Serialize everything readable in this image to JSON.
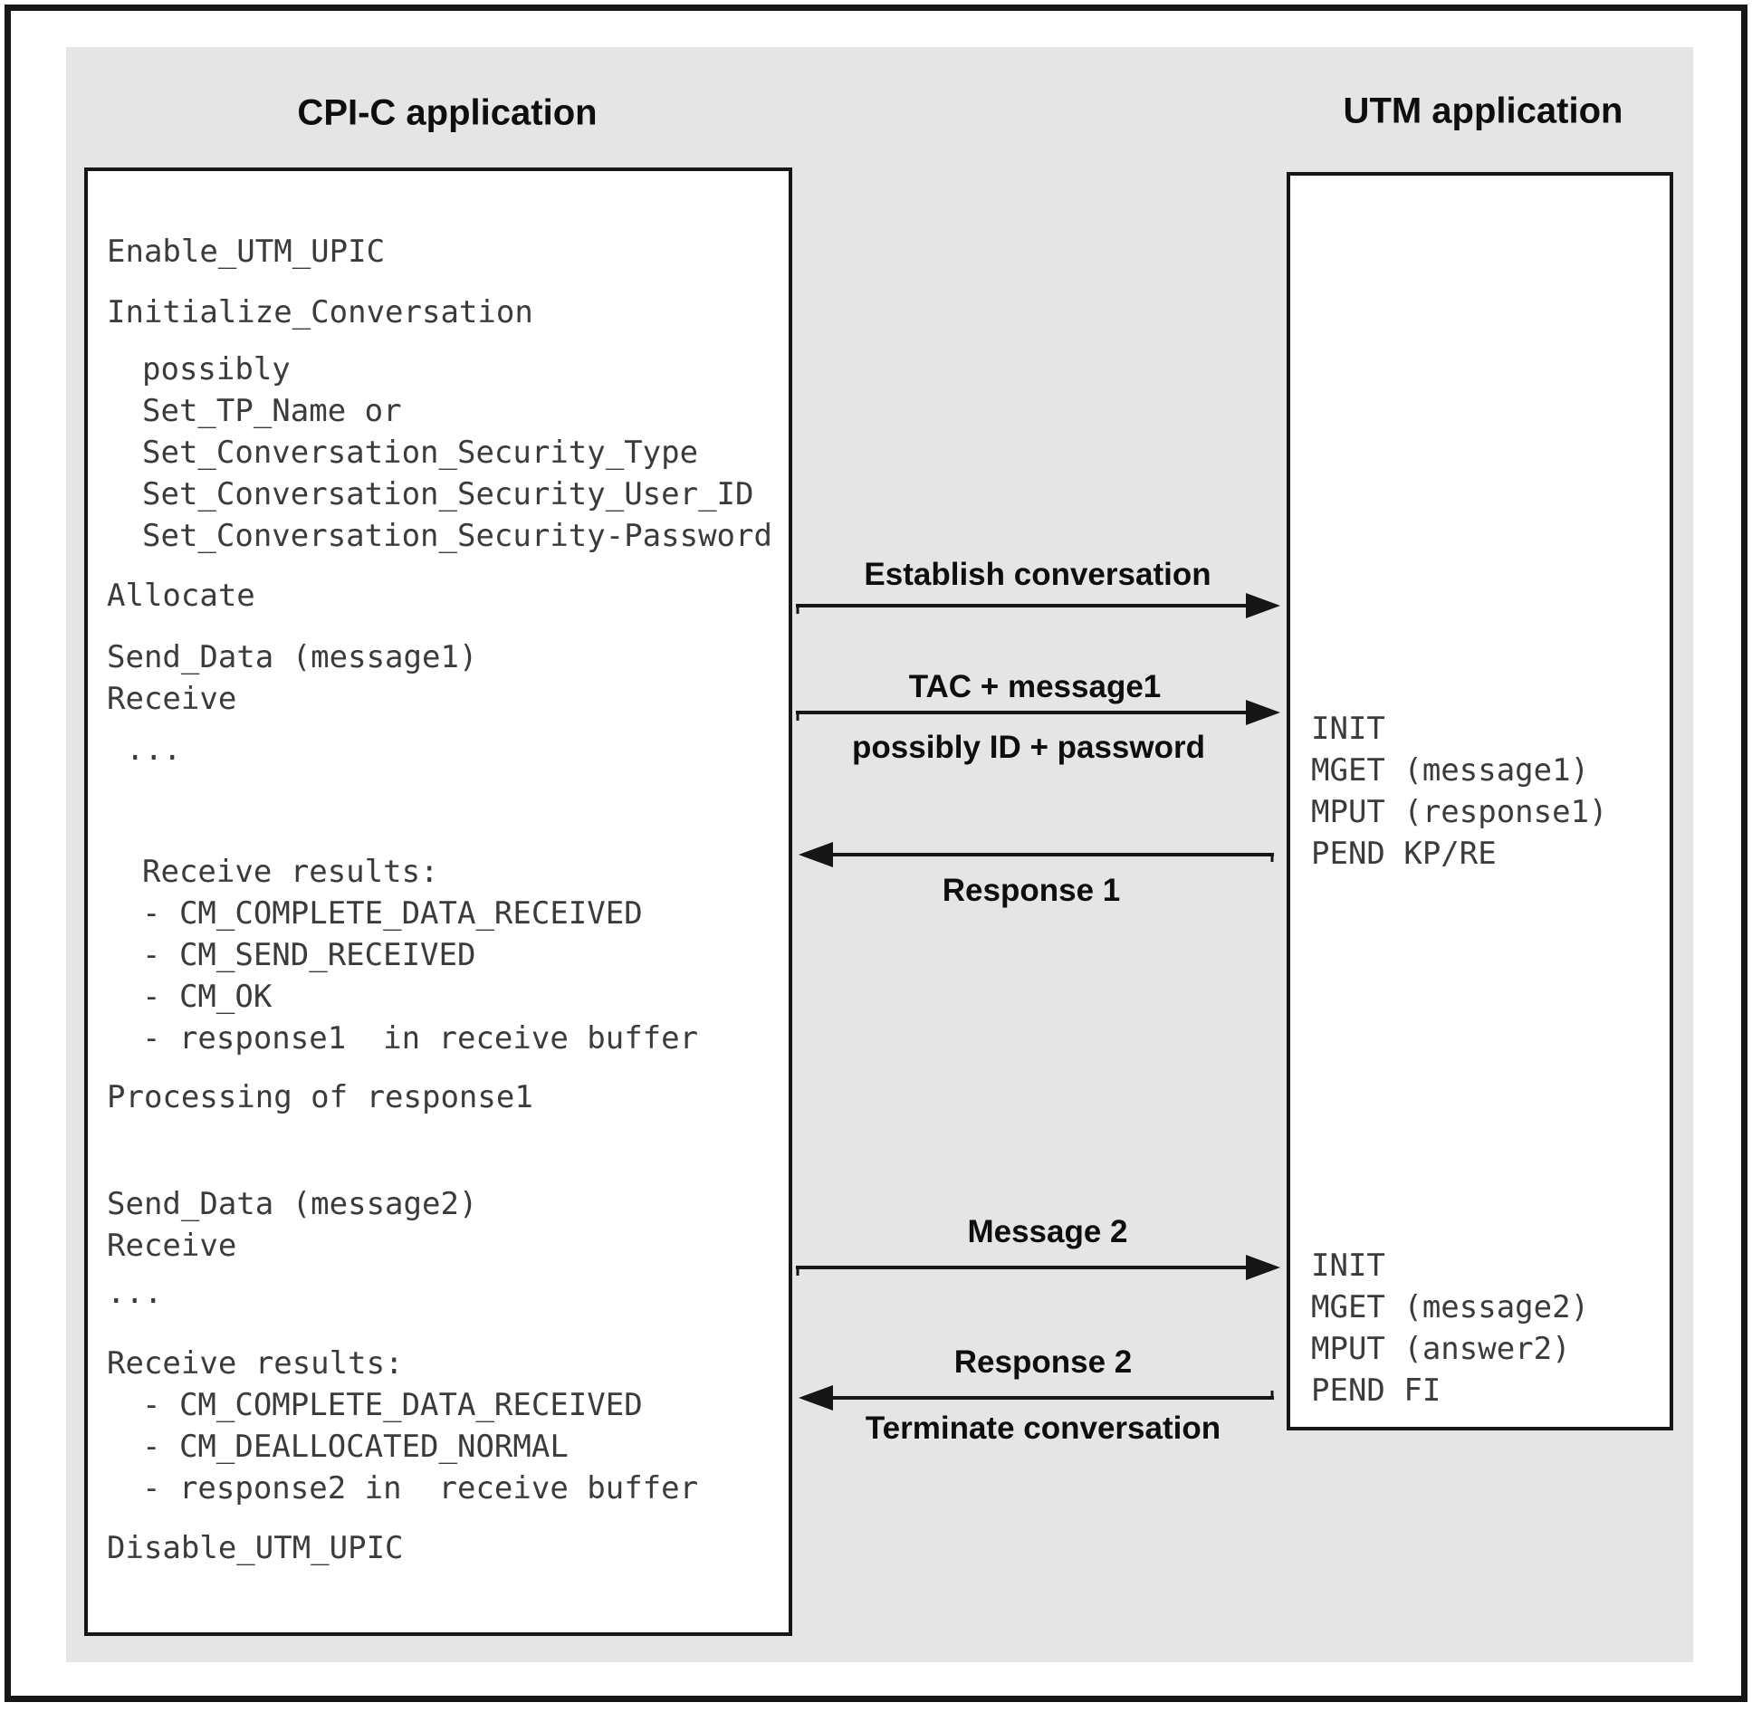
{
  "headers": {
    "cpic": "CPI-C application",
    "utm": "UTM application"
  },
  "cpic_box": {
    "lines": [
      "Enable_UTM_UPIC",
      "Initialize_Conversation",
      "possibly",
      "Set_TP_Name or",
      "Set_Conversation_Security_Type",
      "Set_Conversation_Security_User_ID",
      "Set_Conversation_Security-Password",
      "Allocate",
      "Send_Data (message1)",
      "Receive",
      "...",
      "Receive results:",
      "- CM_COMPLETE_DATA_RECEIVED",
      "- CM_SEND_RECEIVED",
      "- CM_OK",
      "- response1  in receive buffer",
      "Processing of response1",
      "Send_Data (message2)",
      "Receive",
      "...",
      "Receive results:",
      "- CM_COMPLETE_DATA_RECEIVED",
      "- CM_DEALLOCATED_NORMAL",
      "- response2 in  receive buffer",
      "Disable_UTM_UPIC"
    ]
  },
  "utm_box": {
    "group1": [
      "INIT",
      "MGET (message1)",
      "MPUT (response1)",
      "PEND KP/RE"
    ],
    "group2": [
      "INIT",
      "MGET (message2)",
      "MPUT (answer2)",
      "PEND FI"
    ]
  },
  "arrow_labels": {
    "establish": "Establish conversation",
    "tac": "TAC + message1",
    "possibly_id": "possibly ID + password",
    "response1": "Response 1",
    "message2": "Message 2",
    "response2": "Response 2",
    "terminate": "Terminate conversation"
  },
  "colors": {
    "panel_background": "#e5e5e5",
    "box_background": "#ffffff",
    "line_and_border": "#161616",
    "code_text": "#3b3b3b",
    "label_text": "#0e0e0e"
  }
}
